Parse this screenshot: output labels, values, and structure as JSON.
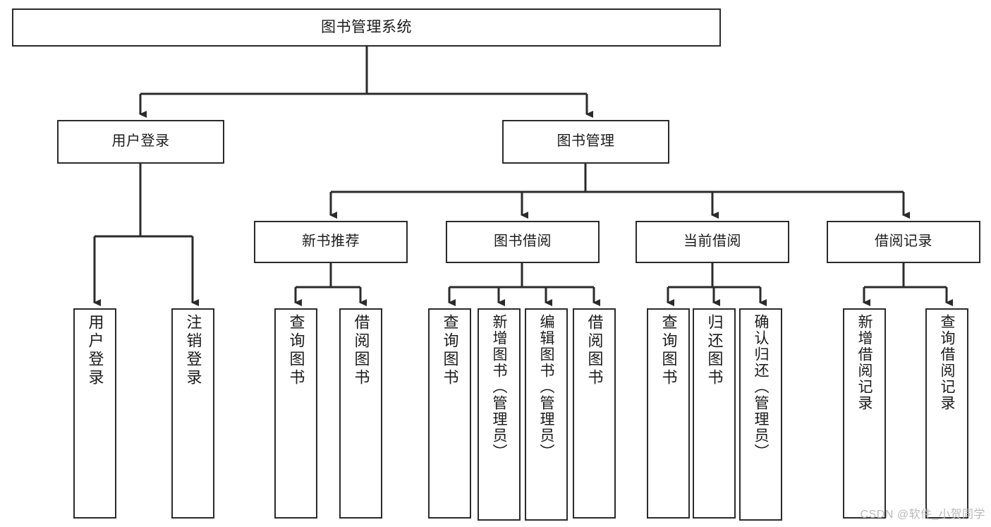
{
  "diagram": {
    "type": "tree",
    "title": "图书管理系统",
    "watermark": "CSDN @软件_小贺同学",
    "colors": {
      "box_border": "#2b2b2b",
      "box_fill": "#ffffff",
      "text": "#1b1b1b",
      "edge": "#2b2b2b",
      "watermark": "#b9b9b9"
    },
    "levels": {
      "root": {
        "label": "图书管理系统"
      },
      "level2": [
        {
          "label": "用户登录"
        },
        {
          "label": "图书管理"
        }
      ],
      "level3": [
        {
          "label": "新书推荐"
        },
        {
          "label": "图书借阅"
        },
        {
          "label": "当前借阅"
        },
        {
          "label": "借阅记录"
        }
      ]
    },
    "leaves": {
      "user_login": [
        {
          "label": "用户登录"
        },
        {
          "label": "注销登录"
        }
      ],
      "new_book_recommend": [
        {
          "label": "查询图书"
        },
        {
          "label": "借阅图书"
        }
      ],
      "book_borrow": [
        {
          "label": "查询图书"
        },
        {
          "label": "新增图书（管理员）"
        },
        {
          "label": "编辑图书（管理员）"
        },
        {
          "label": "借阅图书"
        }
      ],
      "current_borrow": [
        {
          "label": "查询图书"
        },
        {
          "label": "归还图书"
        },
        {
          "label": "确认归还（管理员）"
        }
      ],
      "borrow_record": [
        {
          "label": "新增借阅记录"
        },
        {
          "label": "查询借阅记录"
        }
      ]
    }
  }
}
